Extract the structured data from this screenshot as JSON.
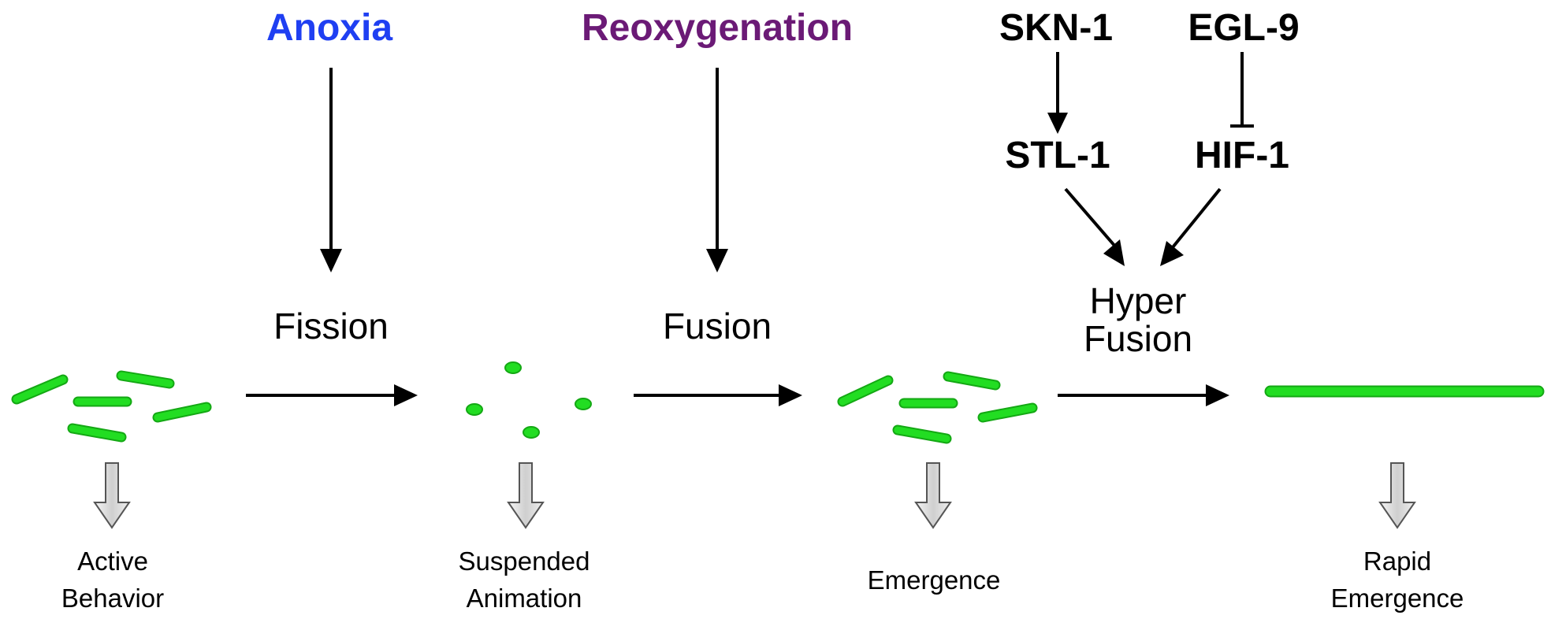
{
  "colors": {
    "anoxia": "#1f3ff2",
    "reoxygenation": "#6b1a76",
    "mitochondria": "#22dd22",
    "mitochondria_outline": "#14a814",
    "arrow": "#000000",
    "outcome_arrow_fill": "#d9d9d9"
  },
  "top": {
    "anoxia": "Anoxia",
    "reoxygenation": "Reoxygenation"
  },
  "pathway": {
    "skn1": "SKN-1",
    "egl9": "EGL-9",
    "stl1": "STL-1",
    "hif1": "HIF-1"
  },
  "processes": {
    "fission": "Fission",
    "fusion": "Fusion",
    "hyper_fusion_line1": "Hyper",
    "hyper_fusion_line2": "Fusion"
  },
  "outcomes": {
    "active_line1": "Active",
    "active_line2": "Behavior",
    "suspended_line1": "Suspended",
    "suspended_line2": "Animation",
    "emergence": "Emergence",
    "rapid_line1": "Rapid",
    "rapid_line2": "Emergence"
  },
  "mitochondria_states": [
    "tubular",
    "fragmented",
    "tubular",
    "hyperfused"
  ],
  "icons": {
    "activation": "arrow-icon",
    "inhibition": "inhibition-bar-icon",
    "outcome": "down-block-arrow-icon"
  }
}
